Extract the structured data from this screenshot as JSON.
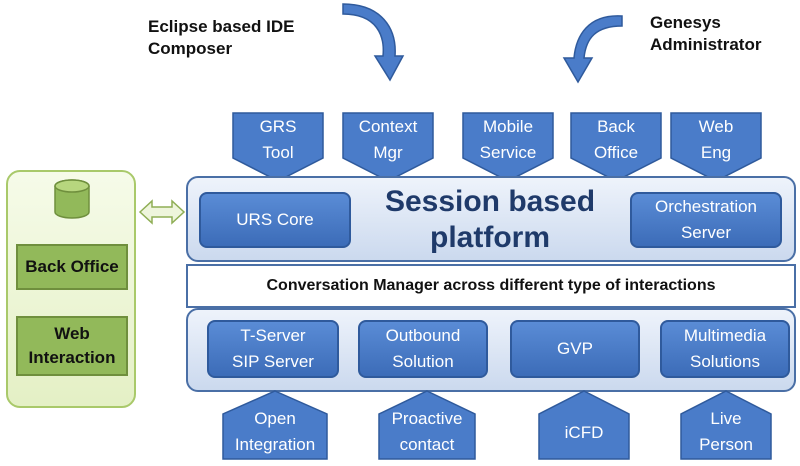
{
  "external": {
    "ide_label": "Eclipse based IDE\nComposer",
    "admin_label": "Genesys\nAdministrator"
  },
  "top_tabs": [
    {
      "label": "GRS\nTool"
    },
    {
      "label": "Context\nMgr"
    },
    {
      "label": "Mobile\nService"
    },
    {
      "label": "Back\nOffice"
    },
    {
      "label": "Web\nEng"
    }
  ],
  "session_layer": {
    "title": "Session based\nplatform",
    "left_box": "URS Core",
    "right_box": "Orchestration\nServer"
  },
  "conversation_manager": "Conversation Manager across different type of interactions",
  "media_layer": {
    "boxes": [
      {
        "label": "T-Server\nSIP Server"
      },
      {
        "label": "Outbound\nSolution"
      },
      {
        "label": "GVP"
      },
      {
        "label": "Multimedia\nSolutions"
      }
    ]
  },
  "bottom_tabs": [
    {
      "label": "Open\nIntegration"
    },
    {
      "label": "Proactive\ncontact"
    },
    {
      "label": "iCFD"
    },
    {
      "label": "Live\nPerson"
    }
  ],
  "left_panel": {
    "icon": "database-icon",
    "items": [
      {
        "label": "Back Office"
      },
      {
        "label": "Web\nInteraction"
      }
    ]
  },
  "colors": {
    "blue_box": "#4a7cc9",
    "layer_border": "#4a6fa6",
    "green_box": "#92b95a",
    "title": "#1f3a6a"
  }
}
